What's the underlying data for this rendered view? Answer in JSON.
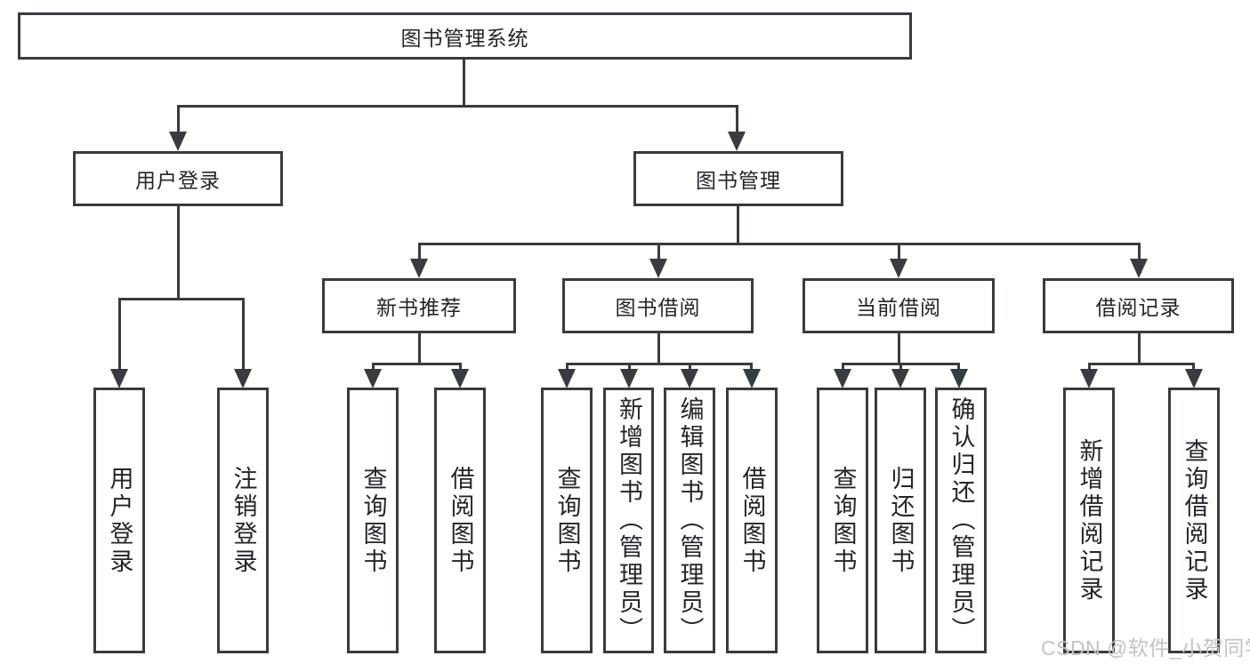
{
  "diagram_title": "图书管理系统",
  "tree": {
    "root": "图书管理系统",
    "level2": [
      "用户登录",
      "图书管理"
    ],
    "level3": [
      "新书推荐",
      "图书借阅",
      "当前借阅",
      "借阅记录"
    ],
    "leaves": {
      "user_login": [
        "用户登录",
        "注销登录"
      ],
      "new_books": [
        "查询图书",
        "借阅图书"
      ],
      "book_borrow": [
        "查询图书",
        "新增图书（管理员）",
        "编辑图书（管理员）",
        "借阅图书"
      ],
      "current_borrow": [
        "查询图书",
        "归还图书",
        "确认归还（管理员）"
      ],
      "borrow_records": [
        "新增借阅记录",
        "查询借阅记录"
      ]
    }
  },
  "watermark": "CSDN @软件_小贺同学",
  "colors": {
    "line": "#383c40",
    "text": "#22262b",
    "watermark": "#bfc3c8",
    "background": "#ffffff"
  }
}
